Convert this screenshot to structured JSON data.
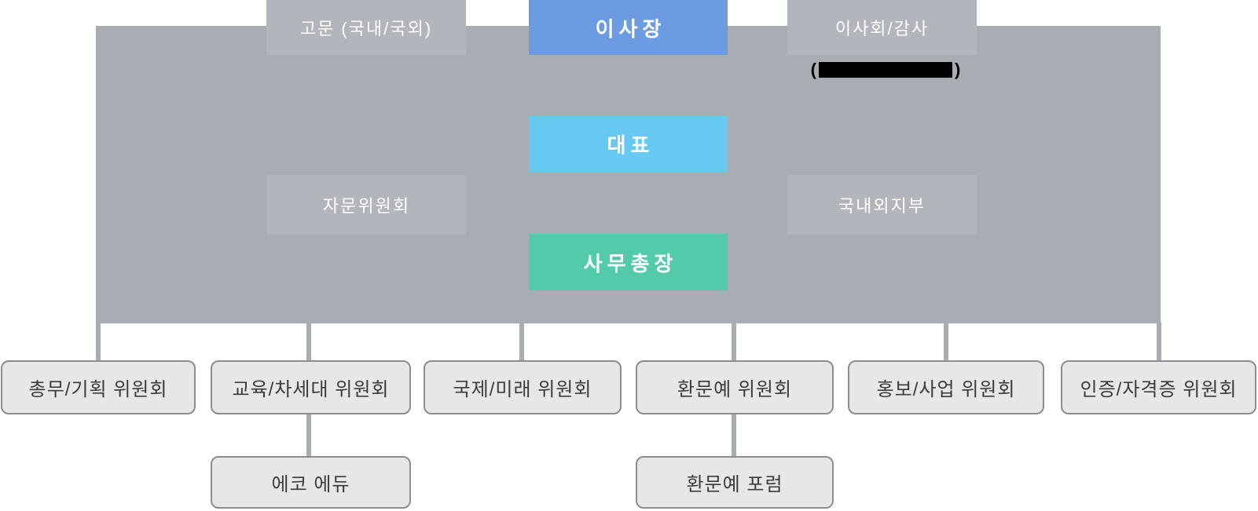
{
  "colors": {
    "block_gray": "#a8adb3",
    "overlay_gray": "#b2b6bc",
    "chairman_blue": "#6b9ce2",
    "ceo_sky_blue": "#67c9f2",
    "secretary_teal": "#52cbaa",
    "leaf_fill": "#e7e7e7",
    "leaf_border": "#8d8d8d",
    "leaf_text": "#3b3b3b",
    "label_white": "#ffffff",
    "redaction_black": "#000000"
  },
  "nodes": {
    "advisors": {
      "label": "고문 (국내/국외)"
    },
    "chairman": {
      "label": "이사장"
    },
    "board_audit": {
      "label": "이사회/감사"
    },
    "board_audit_note": {
      "open_paren": "(",
      "close_paren": ")",
      "redacted": true
    },
    "ceo": {
      "label": "대표"
    },
    "advisory_committee": {
      "label": "자문위원회"
    },
    "branches": {
      "label": "국내외지부"
    },
    "secretary_general": {
      "label": "사무총장"
    }
  },
  "committees": [
    {
      "label": "총무/기획 위원회"
    },
    {
      "label": "교육/차세대 위원회"
    },
    {
      "label": "국제/미래 위원회"
    },
    {
      "label": "환문예 위원회"
    },
    {
      "label": "홍보/사업 위원회"
    },
    {
      "label": "인증/자격증 위원회"
    }
  ],
  "sub_units": [
    {
      "label": "에코 에듀",
      "parent": "교육/차세대 위원회"
    },
    {
      "label": "환문예 포럼",
      "parent": "환문예 위원회"
    }
  ]
}
